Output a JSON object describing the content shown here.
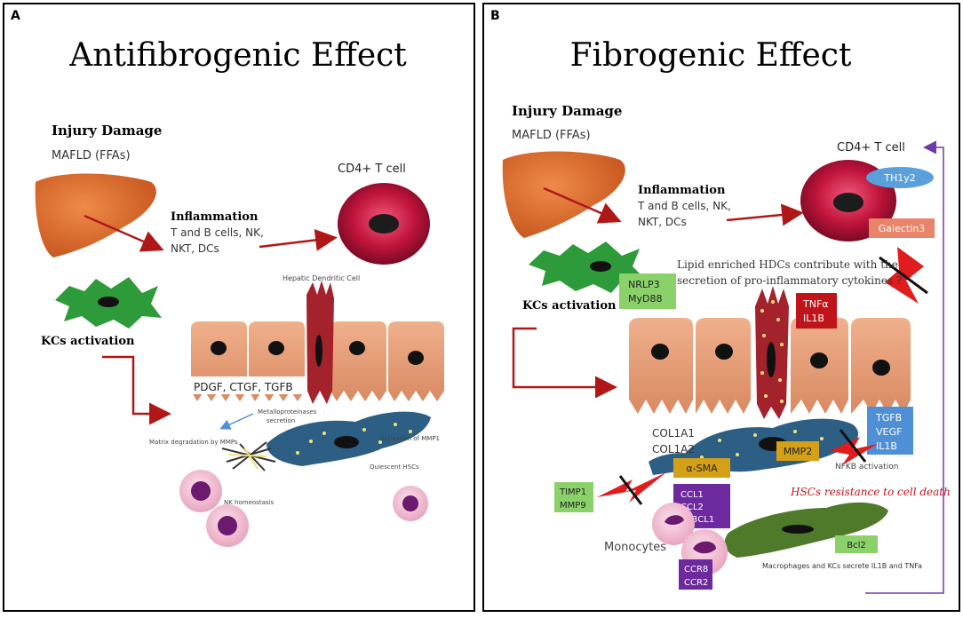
{
  "panel_a": {
    "letter": "A",
    "title": "Antifibrogenic Effect",
    "injury_title": "Injury Damage",
    "injury_sub": "MAFLD (FFAs)",
    "inflammation_title": "Inflammation",
    "inflammation_line1": "T and B cells, NK,",
    "inflammation_line2": "NKT, DCs",
    "cd4_label": "CD4+ T cell",
    "kcs_label": "KCs activation",
    "hdc_label": "Hepatic Dendritic Cell",
    "growth_factors": "PDGF, CTGF, TGFB",
    "mmp_secretion_line1": "Metalloproteinases",
    "mmp_secretion_line2": "secretion",
    "matrix_degradation": "Matrix degradation by MMPs",
    "activation_mmp": "Activation of MMP1",
    "quiescent": "Quiescent HSCs",
    "nk_homeostasis": "NK homeostasis"
  },
  "panel_b": {
    "letter": "B",
    "title": "Fibrogenic Effect",
    "injury_title": "Injury Damage",
    "injury_sub": "MAFLD (FFAs)",
    "inflammation_title": "Inflammation",
    "inflammation_line1": "T and B cells, NK,",
    "inflammation_line2": "NKT, DCs",
    "cd4_label": "CD4+ T cell",
    "th_label": "TH1y2",
    "galectin_label": "Galectin3",
    "hdc_note_line1": "Lipid enriched HDCs contribute with the",
    "hdc_note_line2": "secretion of pro-inflammatory cytokines ?",
    "nrlp_line1": "NRLP3",
    "nrlp_line2": "MyD88",
    "kcs_label": "KCs activation",
    "tnf_line1": "TNFα",
    "tnf_line2": "IL1B",
    "col_line1": "COL1A1",
    "col_line2": "COL1A2",
    "tgfb_line1": "TGFB",
    "tgfb_line2": "VEGF",
    "tgfb_line3": "IL1B",
    "mmp2": "MMP2",
    "nfkb": "NFKB activation",
    "asma": "α-SMA",
    "timp_line1": "TIMP1",
    "timp_line2": "MMP9",
    "ccl_line1": "CCL1",
    "ccl_line2": "CCL2",
    "ccl_line3": "Cx3CL1",
    "hsc_resistance": "HSCs resistance to cell death",
    "bcl2": "Bcl2",
    "monocytes": "Monocytes",
    "ccr_line1": "CCR8",
    "ccr_line2": "CCR2",
    "macrophages": "Macrophages and KCs secrete IL1B and TNFa"
  },
  "colors": {
    "liver": "#d9682a",
    "tcell": "#c0143c",
    "kc": "#2e9b3a",
    "hepatocyte": "#e8a27c",
    "hdc": "#a3222b",
    "hsc": "#2d5f85",
    "arrow": "#b01818",
    "bolt": "#e01c1c",
    "purple_box": "#6d2a9e",
    "green_box": "#8bd16a",
    "blue_box": "#4f8fd6",
    "gold_box": "#d4a017",
    "salmon_box": "#e8846a",
    "th_oval": "#5aa0dc"
  }
}
